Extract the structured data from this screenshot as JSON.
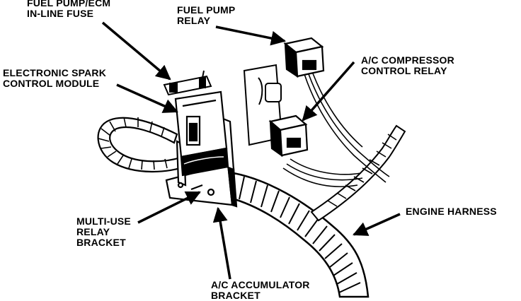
{
  "diagram": {
    "labels": {
      "fuse": [
        "FUEL PUMP/ECM",
        "IN-LINE FUSE"
      ],
      "fuel_pump_relay": [
        "FUEL PUMP",
        "RELAY"
      ],
      "esc_module": [
        "ELECTRONIC SPARK",
        "CONTROL MODULE"
      ],
      "ac_relay": [
        "A/C COMPRESSOR",
        "CONTROL RELAY"
      ],
      "multi_use_bracket": [
        "MULTI-USE",
        "RELAY",
        "BRACKET"
      ],
      "engine_harness": [
        "ENGINE HARNESS"
      ],
      "ac_accumulator_bracket": [
        "A/C ACCUMULATOR",
        "BRACKET"
      ]
    }
  }
}
